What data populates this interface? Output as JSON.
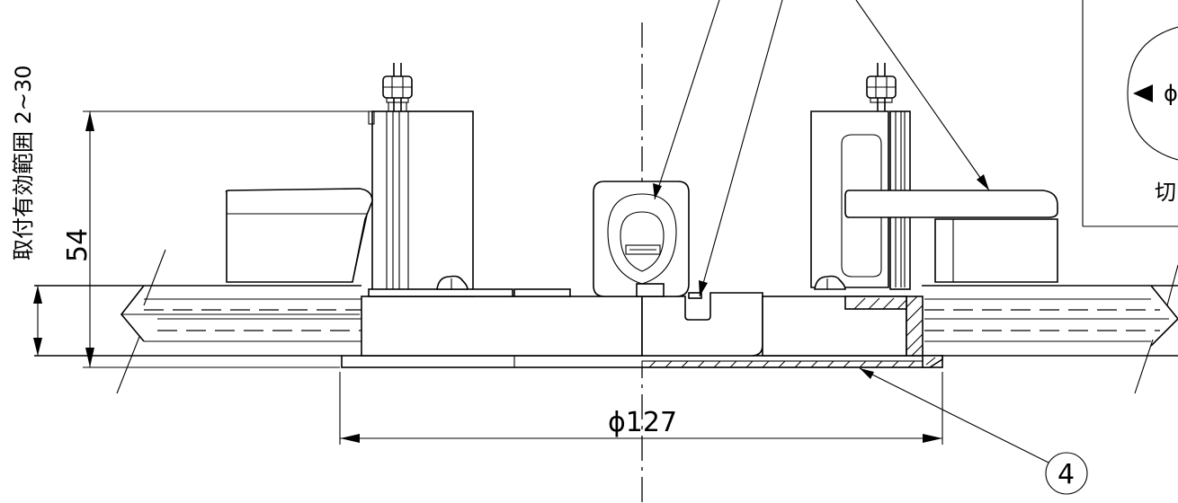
{
  "labels": {
    "mounting_range": "取付有効範囲 2~30",
    "height_dim": "54",
    "diameter_dim": "ϕ127",
    "callout_number": "4",
    "detail_dim": "ϕ",
    "detail_text": "切"
  }
}
